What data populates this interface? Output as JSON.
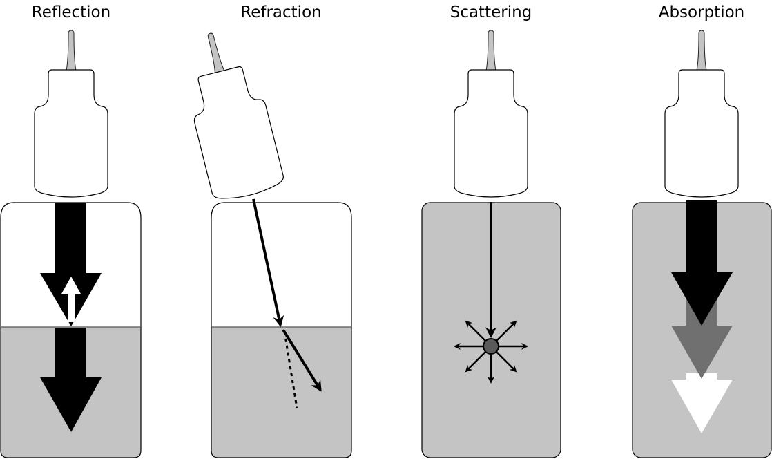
{
  "panels": [
    {
      "title": "Reflection"
    },
    {
      "title": "Refraction"
    },
    {
      "title": "Scattering"
    },
    {
      "title": "Absorption"
    }
  ],
  "colors": {
    "medium_gray": "#c4c4c4",
    "absorbed_arrow": "#707070",
    "scatter_particle": "#5a5a5a",
    "beam": "#000000"
  }
}
